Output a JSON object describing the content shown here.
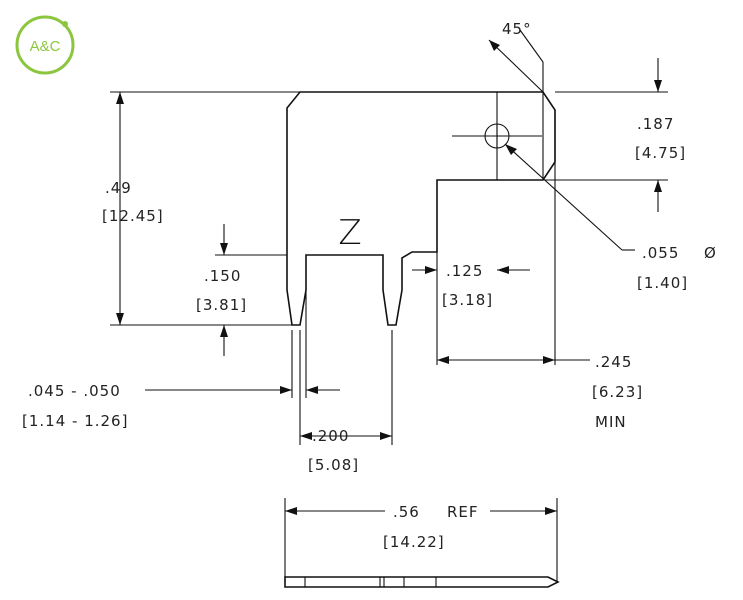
{
  "logo": {
    "text": "A&C",
    "color": "#8cc63f"
  },
  "part_label": "Z",
  "dimensions": {
    "height_in": ".49",
    "height_mm": "[12.45]",
    "slot_depth_in": ".150",
    "slot_depth_mm": "[3.81]",
    "slot_width_in": ".045 - .050",
    "slot_width_mm": "[1.14 - 1.26]",
    "pitch_in": ".200",
    "pitch_mm": "[5.08]",
    "step_in": ".125",
    "step_mm": "[3.18]",
    "tab_height_in": ".187",
    "tab_height_mm": "[4.75]",
    "hole_in": ".055",
    "hole_symbol": "Ø",
    "hole_mm": "[1.40]",
    "tab_len_in": ".245",
    "tab_len_mm": "[6.23]",
    "tab_len_note": "MIN",
    "chamfer": "45°",
    "overall_in": ".56",
    "overall_ref": "REF",
    "overall_mm": "[14.22]"
  }
}
